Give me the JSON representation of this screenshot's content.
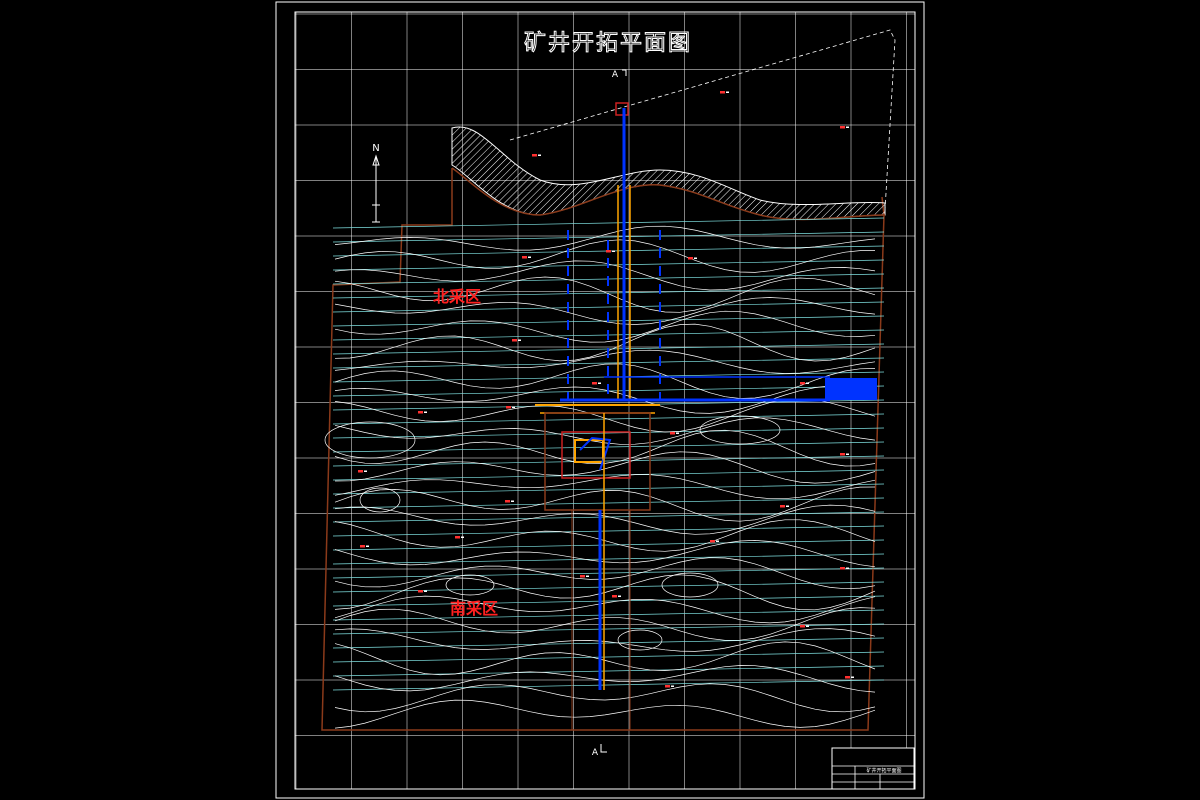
{
  "drawing": {
    "title": "矿井开拓平面图",
    "section_label_top": "A",
    "section_label_bottom": "A",
    "north_label": "N",
    "zone_north": "北采区",
    "zone_south": "南采区"
  },
  "colors": {
    "background": "#000000",
    "frame": "#ffffff",
    "grid": "#ffffff",
    "contour": "#ffffff",
    "seam_lines": "#7fe0e0",
    "boundary": "#8b3a1a",
    "roadway_blue": "#0033ff",
    "roadway_orange": "#ffa500",
    "zone_label": "#ff2020",
    "hatch": "#ffffff"
  },
  "icons": {
    "north_arrow": "north-arrow-icon",
    "section_marker": "section-marker-icon"
  },
  "title_block": {
    "name": "矿井开拓平面图"
  }
}
